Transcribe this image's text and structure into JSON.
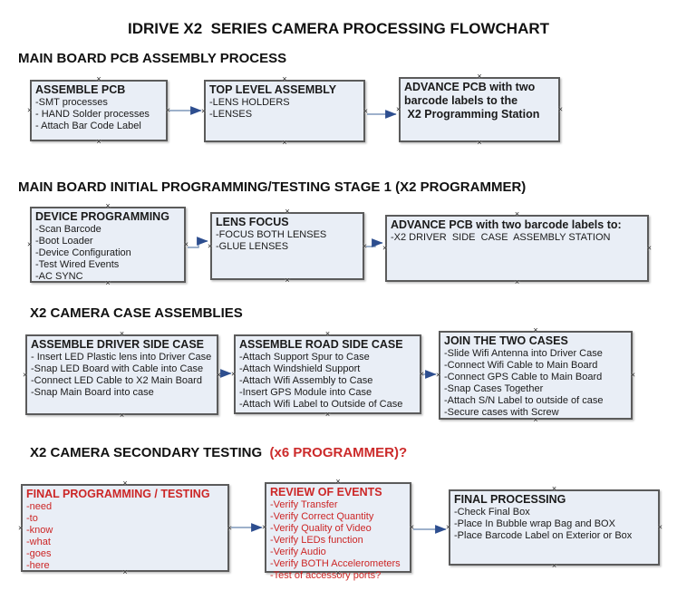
{
  "title": "IDRIVE X2  SERIES CAMERA PROCESSING FLOWCHART",
  "colors": {
    "box_fill": "#e9eef6",
    "box_border": "#5b5b5b",
    "red_text": "#cc2626",
    "arrow_line": "#7e97ba",
    "arrow_head": "#2d4e8f"
  },
  "sections": [
    {
      "header": "MAIN BOARD PCB ASSEMBLY PROCESS",
      "boxes": [
        {
          "title": "ASSEMBLE PCB",
          "items": [
            "-SMT processes",
            "- HAND Solder processes",
            "- Attach Bar Code Label"
          ]
        },
        {
          "title": "TOP LEVEL ASSEMBLY",
          "items": [
            "-LENS HOLDERS",
            "-LENSES"
          ]
        },
        {
          "title": "ADVANCE PCB with two\nbarcode labels to the\n X2 Programming Station",
          "items": []
        }
      ]
    },
    {
      "header": "MAIN BOARD INITIAL PROGRAMMING/TESTING STAGE 1 (X2 PROGRAMMER)",
      "boxes": [
        {
          "title": "DEVICE PROGRAMMING",
          "items": [
            "-Scan Barcode",
            "-Boot Loader",
            "-Device Configuration",
            "-Test Wired Events",
            "-AC SYNC"
          ]
        },
        {
          "title": "LENS FOCUS",
          "items": [
            "-FOCUS BOTH LENSES",
            "-GLUE LENSES"
          ]
        },
        {
          "title": "ADVANCE PCB with two barcode labels to:",
          "items": [
            "-X2 DRIVER  SIDE  CASE  ASSEMBLY STATION"
          ]
        }
      ]
    },
    {
      "header": "X2 CAMERA CASE ASSEMBLIES",
      "boxes": [
        {
          "title": "ASSEMBLE DRIVER SIDE CASE",
          "items": [
            "- Insert LED Plastic lens into Driver Case",
            "-Snap LED Board with Cable into Case",
            "-Connect LED Cable to X2 Main Board",
            "-Snap Main Board into case"
          ]
        },
        {
          "title": "ASSEMBLE ROAD SIDE CASE",
          "items": [
            "-Attach Support Spur to Case",
            "-Attach Windshield Support",
            "-Attach Wifi Assembly to Case",
            "-Insert GPS Module into Case",
            "-Attach Wifi Label to Outside of Case"
          ]
        },
        {
          "title": "JOIN THE TWO CASES",
          "items": [
            "-Slide Wifi Antenna into Driver Case",
            "-Connect Wifi Cable to Main Board",
            "-Connect GPS Cable to Main Board",
            "-Snap Cases Together",
            "-Attach S/N Label to outside of case",
            "-Secure cases with Screw"
          ]
        }
      ]
    },
    {
      "header": "X2 CAMERA SECONDARY TESTING ",
      "header_red": " (x6 PROGRAMMER)?",
      "boxes": [
        {
          "title": "FINAL PROGRAMMING / TESTING",
          "items": [
            "-need",
            "-to",
            "-know",
            "-what",
            "-goes",
            "-here"
          ]
        },
        {
          "title": "REVIEW OF EVENTS",
          "items": [
            "-Verify Transfer",
            "-Verify Correct Quantity",
            "-Verify Quality of Video",
            "-Verify LEDs function",
            "-Verify Audio",
            "-Verify BOTH Accelerometers",
            "-Test of accessory ports?"
          ]
        },
        {
          "title": "FINAL PROCESSING",
          "items": [
            "-Check Final Box",
            "-Place In Bubble wrap Bag and BOX",
            "-Place Barcode Label on Exterior or Box"
          ]
        }
      ]
    }
  ]
}
